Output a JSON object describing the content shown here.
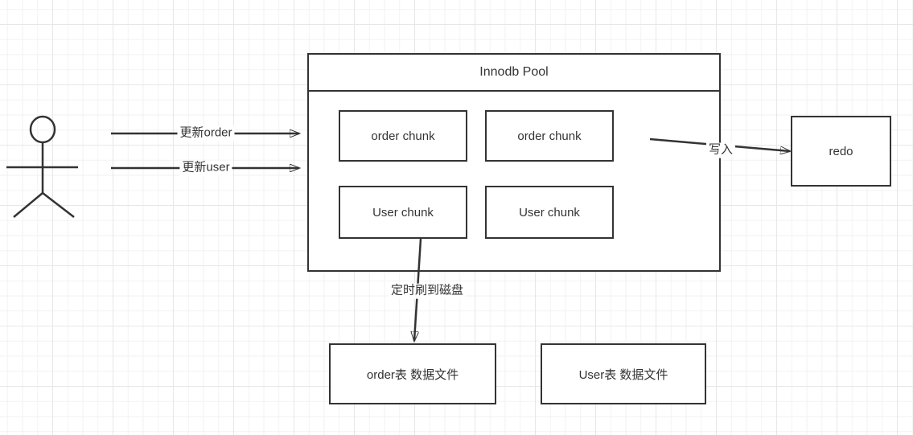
{
  "canvas": {
    "background": "#ffffff",
    "grid_minor_color": "#f2f2f2",
    "grid_major_color": "#e7e7e7",
    "stroke_color": "#333333",
    "text_color": "#333333"
  },
  "actor": {
    "name": "user-actor"
  },
  "pool": {
    "title": "Innodb Pool",
    "chunks": [
      {
        "label": "order chunk"
      },
      {
        "label": "order chunk"
      },
      {
        "label": "User chunk"
      },
      {
        "label": "User chunk"
      }
    ]
  },
  "redo": {
    "label": "redo"
  },
  "files": [
    {
      "label": "order表 数据文件"
    },
    {
      "label": "User表 数据文件"
    }
  ],
  "edges": [
    {
      "label": "更新order"
    },
    {
      "label": "更新user"
    },
    {
      "label": "写入"
    },
    {
      "label": "定时刷到磁盘"
    }
  ]
}
